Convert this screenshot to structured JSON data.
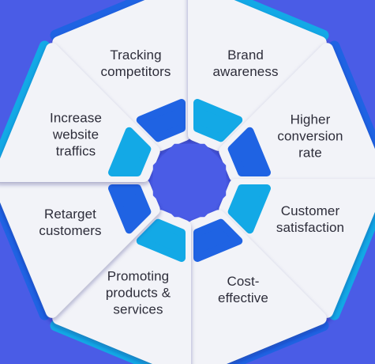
{
  "colors": {
    "background": "#4a5ce6",
    "card": "#f2f3f8",
    "card_edge": "#dfe2ee",
    "accent_dark": "#1f63e3",
    "accent_light": "#13a9e6",
    "text": "#2d2d3a"
  },
  "segments": [
    {
      "id": "tracking-competitors",
      "label": "Tracking\ncompetitors",
      "accent": "dark"
    },
    {
      "id": "brand-awareness",
      "label": "Brand\nawareness",
      "accent": "light"
    },
    {
      "id": "higher-conversion-rate",
      "label": "Higher\nconversion\nrate",
      "accent": "dark"
    },
    {
      "id": "customer-satisfaction",
      "label": "Customer\nsatisfaction",
      "accent": "light"
    },
    {
      "id": "cost-effective",
      "label": "Cost-\neffective",
      "accent": "dark"
    },
    {
      "id": "promoting-products-services",
      "label": "Promoting\nproducts &\nservices",
      "accent": "light"
    },
    {
      "id": "retarget-customers",
      "label": "Retarget\ncustomers",
      "accent": "dark"
    },
    {
      "id": "increase-website-traffics",
      "label": "Increase\nwebsite\ntraffics",
      "accent": "light"
    }
  ]
}
